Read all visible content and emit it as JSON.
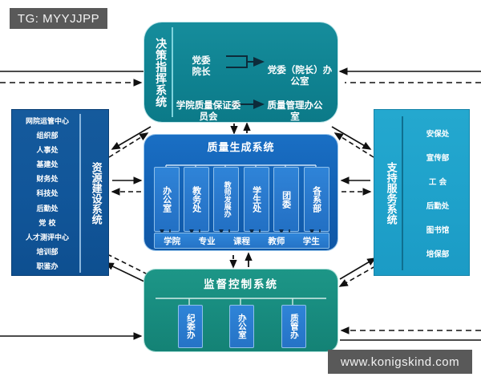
{
  "watermarks": {
    "top_left": "TG: MYYJJPP",
    "bottom_right": "www.konigskind.com"
  },
  "colors": {
    "teal": "#0f8291",
    "blue": "#1464b8",
    "green": "#188c7f",
    "dark_blue": "#11569a",
    "cyan": "#1fa2cb",
    "box_fill": "#2573c6",
    "watermark_bg": "#595959"
  },
  "decision_system": {
    "label": "决策指挥系统",
    "cells": {
      "party_head": "党委\n院长",
      "party_office": "党委（院长）办公室",
      "quality_committee": "学院质量保证委员会",
      "quality_office": "质量管理办公室"
    }
  },
  "quality_system": {
    "title": "质量生成系统",
    "units": [
      "办公室",
      "教务处",
      "教师发展办",
      "学生处",
      "团委",
      "各系部"
    ],
    "targets": [
      "学院",
      "专业",
      "课程",
      "教师",
      "学生"
    ]
  },
  "supervision_system": {
    "title": "监督控制系统",
    "units": [
      "纪委办",
      "办公室",
      "质管办"
    ]
  },
  "resource_system": {
    "label": "资源建设系统",
    "items": [
      "网院运管中心",
      "组织部",
      "人事处",
      "基建处",
      "财务处",
      "科技处",
      "后勤处",
      "党 校",
      "人才测评中心",
      "培训部",
      "职鉴办"
    ]
  },
  "support_system": {
    "label": "支持服务系统",
    "items": [
      "安保处",
      "宣传部",
      "工 会",
      "后勤处",
      "图书馆",
      "培保部"
    ]
  }
}
